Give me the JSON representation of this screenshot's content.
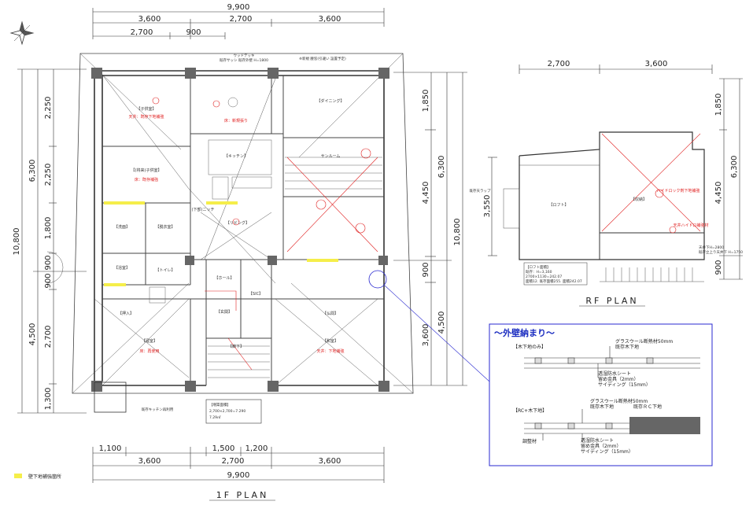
{
  "plan_1f": {
    "title": "1F PLAN",
    "top_total": "9,900",
    "top_row1": [
      "3,600",
      "2,700",
      "3,600"
    ],
    "top_row2": [
      "2,700",
      "900"
    ],
    "bottom_row1": [
      "1,100",
      "3,600",
      "1,500",
      "2,700",
      "1,200",
      "3,600"
    ],
    "bottom_total": "9,900",
    "left_outer": [
      "10,800"
    ],
    "left_mid": [
      "6,300",
      "4,500"
    ],
    "left_inner": [
      "2,250",
      "2,250",
      "1,800",
      "900",
      "900",
      "2,700",
      "1,300"
    ],
    "right_outer": [
      "10,800"
    ],
    "right_mid": [
      "6,300",
      "4,500"
    ],
    "right_inner": [
      "1,850",
      "4,450",
      "900",
      "3,600"
    ]
  },
  "plan_rf": {
    "title": "RF PLAN",
    "top": [
      "2,700",
      "3,600"
    ],
    "right_outer": [
      "6,300"
    ],
    "right_inner": [
      "1,850",
      "4,450",
      "900"
    ],
    "left": [
      "3,550"
    ],
    "note_left": "既存天ラップ",
    "room_loft": "【ロフト】",
    "room_storage": "【収納】",
    "loft_area_title": "【ロフト面積】",
    "loft_area_lines": [
      "既存：H=3,160",
      "2700×1130=242.07",
      "面積12. 既存面積255. 面積242.07"
    ],
    "red_note_1": "ハイドロック剤下地補強",
    "red_note_2": "天井ハイドロ補強材",
    "note_right": "天井下H=2800",
    "note_right_2": "既存立上り天井下 H=1750"
  },
  "rooms_1f": {
    "r1": "【子供室】",
    "r2": "【(将来)子供室】",
    "r3": "【洗面】",
    "r4": "【脱衣室】",
    "r5": "【浴室】",
    "r6": "【トイレ】",
    "r7": "【キッチン】",
    "r8": "【リビング】",
    "r9": "【ダイニング】",
    "r10": "【寝室】",
    "r11": "【和室】",
    "r12": "【玄関】",
    "r13": "【ホール】",
    "r14": "【SIC】",
    "r15": "【廊下】",
    "r16": "【仏間】",
    "r17": "【押入】",
    "r18": "(下部)ニッチ",
    "r19": "サンルーム"
  },
  "labels_1f": {
    "balcony": "ウッドデッキ",
    "balcony_sub": "既存サッシ 既存外壁 H=1800",
    "new_window": "※新規 腰窓(引違い 設置予定)",
    "area_title": "【増築面積】",
    "area_line1": "2,700×2,700=7.290",
    "area_line2": "7.29㎡",
    "existing_kitchen": "既存キッチン再利用",
    "red_notes": [
      "天井：既存下地補強",
      "床：既存補強",
      "床：新規張り",
      "天井：下地補強",
      "床：再使用"
    ]
  },
  "detail": {
    "title": "〜外壁納まり〜",
    "sec1_title": "【木下地のみ】",
    "sec1_labels": [
      "グラスウール断熱材50mm",
      "既存木下地",
      "透湿防水シート",
      "留め金具（2mm）",
      "サイディング（15mm）"
    ],
    "sec2_title": "【RC+木下地】",
    "sec2_labels": [
      "グラスウール断熱材50mm",
      "既存木下地",
      "既存ＲＣ下地",
      "調整材",
      "透湿防水シート",
      "留め金具（2mm）",
      "サイディング（15mm）"
    ]
  },
  "legend": {
    "label": "壁下地補強箇所",
    "color": "#f5ee4a"
  },
  "colors": {
    "line": "#333333",
    "red": "#e02020",
    "blue_frame": "#2a2ad0",
    "pillar": "#555555",
    "hatch": "#f5ee4a"
  }
}
